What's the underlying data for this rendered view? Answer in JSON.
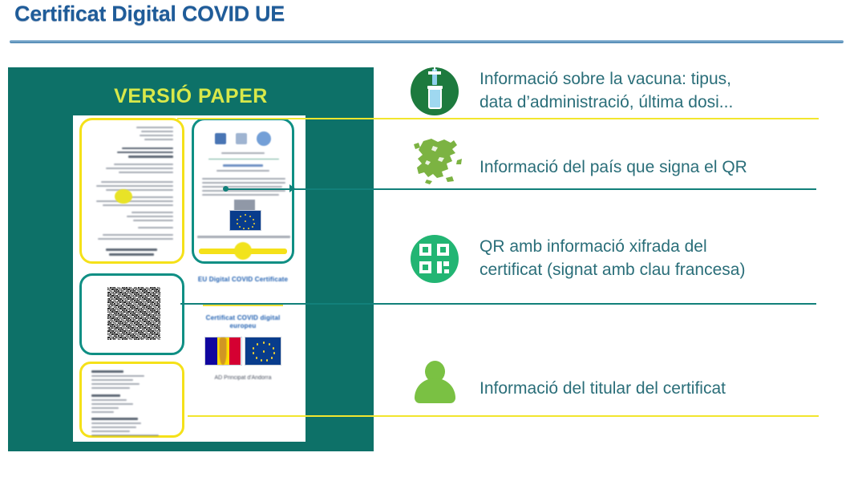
{
  "slide": {
    "title": "Certificat Digital COVID UE"
  },
  "paper_panel": {
    "title": "VERSIÓ PAPER",
    "certificate": {
      "brand_en": "EU Digital\nCOVID Certificate",
      "brand_ca": "Certificat COVID\ndigital europeu",
      "footnote": "AD  Principat d'Andorra",
      "flags": [
        {
          "name": "andorra-flag",
          "colors": [
            "#10069f",
            "#fedd00",
            "#d50032"
          ]
        },
        {
          "name": "eu-flag",
          "colors": [
            "#083c8c",
            "#f6d32d"
          ]
        }
      ]
    }
  },
  "info_items": [
    {
      "icon": "vaccine-icon",
      "text": "Informació sobre la vacuna: tipus,\ndata d’administració, última dosi...",
      "rule_color": "#f0de3e"
    },
    {
      "icon": "europe-map-icon",
      "text": "Informació del país que signa el QR",
      "rule_color": "#2a8f93"
    },
    {
      "icon": "qr-code-icon",
      "text": "QR amb informació xifrada del\ncertificat (signat amb clau francesa)",
      "rule_color": "#2a8f93"
    },
    {
      "icon": "person-icon",
      "text": "Informació del titular del certificat",
      "rule_color": "#f0de3e"
    }
  ],
  "colors": {
    "title_blue": "#1f5c99",
    "panel_teal": "#0d7168",
    "panel_title_yellow": "#d8e84a",
    "text_teal": "#2a6e79",
    "vaccine_green": "#1d7a3e",
    "qr_green": "#22b573",
    "person_green": "#7ac143",
    "highlight_yellow": "#f5e119",
    "highlight_teal": "#0f8f84"
  }
}
